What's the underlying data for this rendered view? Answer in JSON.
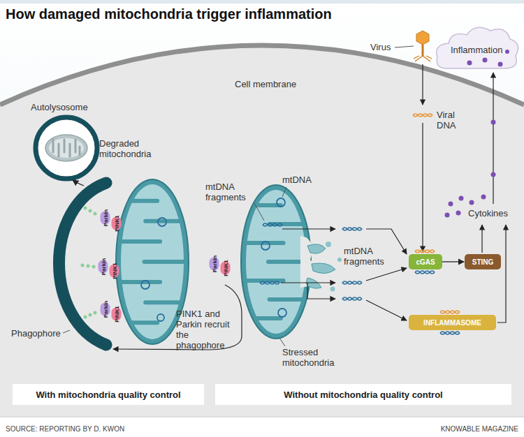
{
  "diagram": {
    "title": "How damaged mitochondria trigger inflammation",
    "nodes": [
      {
        "text": [
          "With mitochondria quality control"
        ]
      },
      {
        "text": [
          "Without mitochondria quality control"
        ]
      },
      {
        "text": [
          "cGAS"
        ]
      },
      {
        "text": [
          "STING"
        ]
      },
      {
        "text": [
          "INFLAMMASOME"
        ]
      },
      {
        "text": [
          "Parkin"
        ]
      },
      {
        "text": [
          "PINK1"
        ]
      },
      {
        "text": [
          "Parkin"
        ]
      },
      {
        "text": [
          "PINK1"
        ]
      },
      {
        "text": [
          "Parkin"
        ]
      },
      {
        "text": [
          "PINK1"
        ]
      },
      {
        "text": [
          "Parkin"
        ]
      },
      {
        "text": [
          "PINK1"
        ]
      }
    ],
    "edges": [
      {
        "from": 2,
        "to": 3,
        "arrow": "to"
      }
    ],
    "labels": [
      "Cell membrane",
      "Autolysosome",
      "Degraded mitochondria",
      "mtDNA",
      "mtDNA fragments",
      "mtDNA fragments",
      "Stressed mitochondria",
      "Virus",
      "Viral DNA",
      "Inflammation",
      "Cytokines",
      "PINK1 and Parkin recruit the phagophore",
      "Phagophore",
      "SOURCE: REPORTING BY D. KWON",
      "KNOWABLE MAGAZINE"
    ]
  }
}
